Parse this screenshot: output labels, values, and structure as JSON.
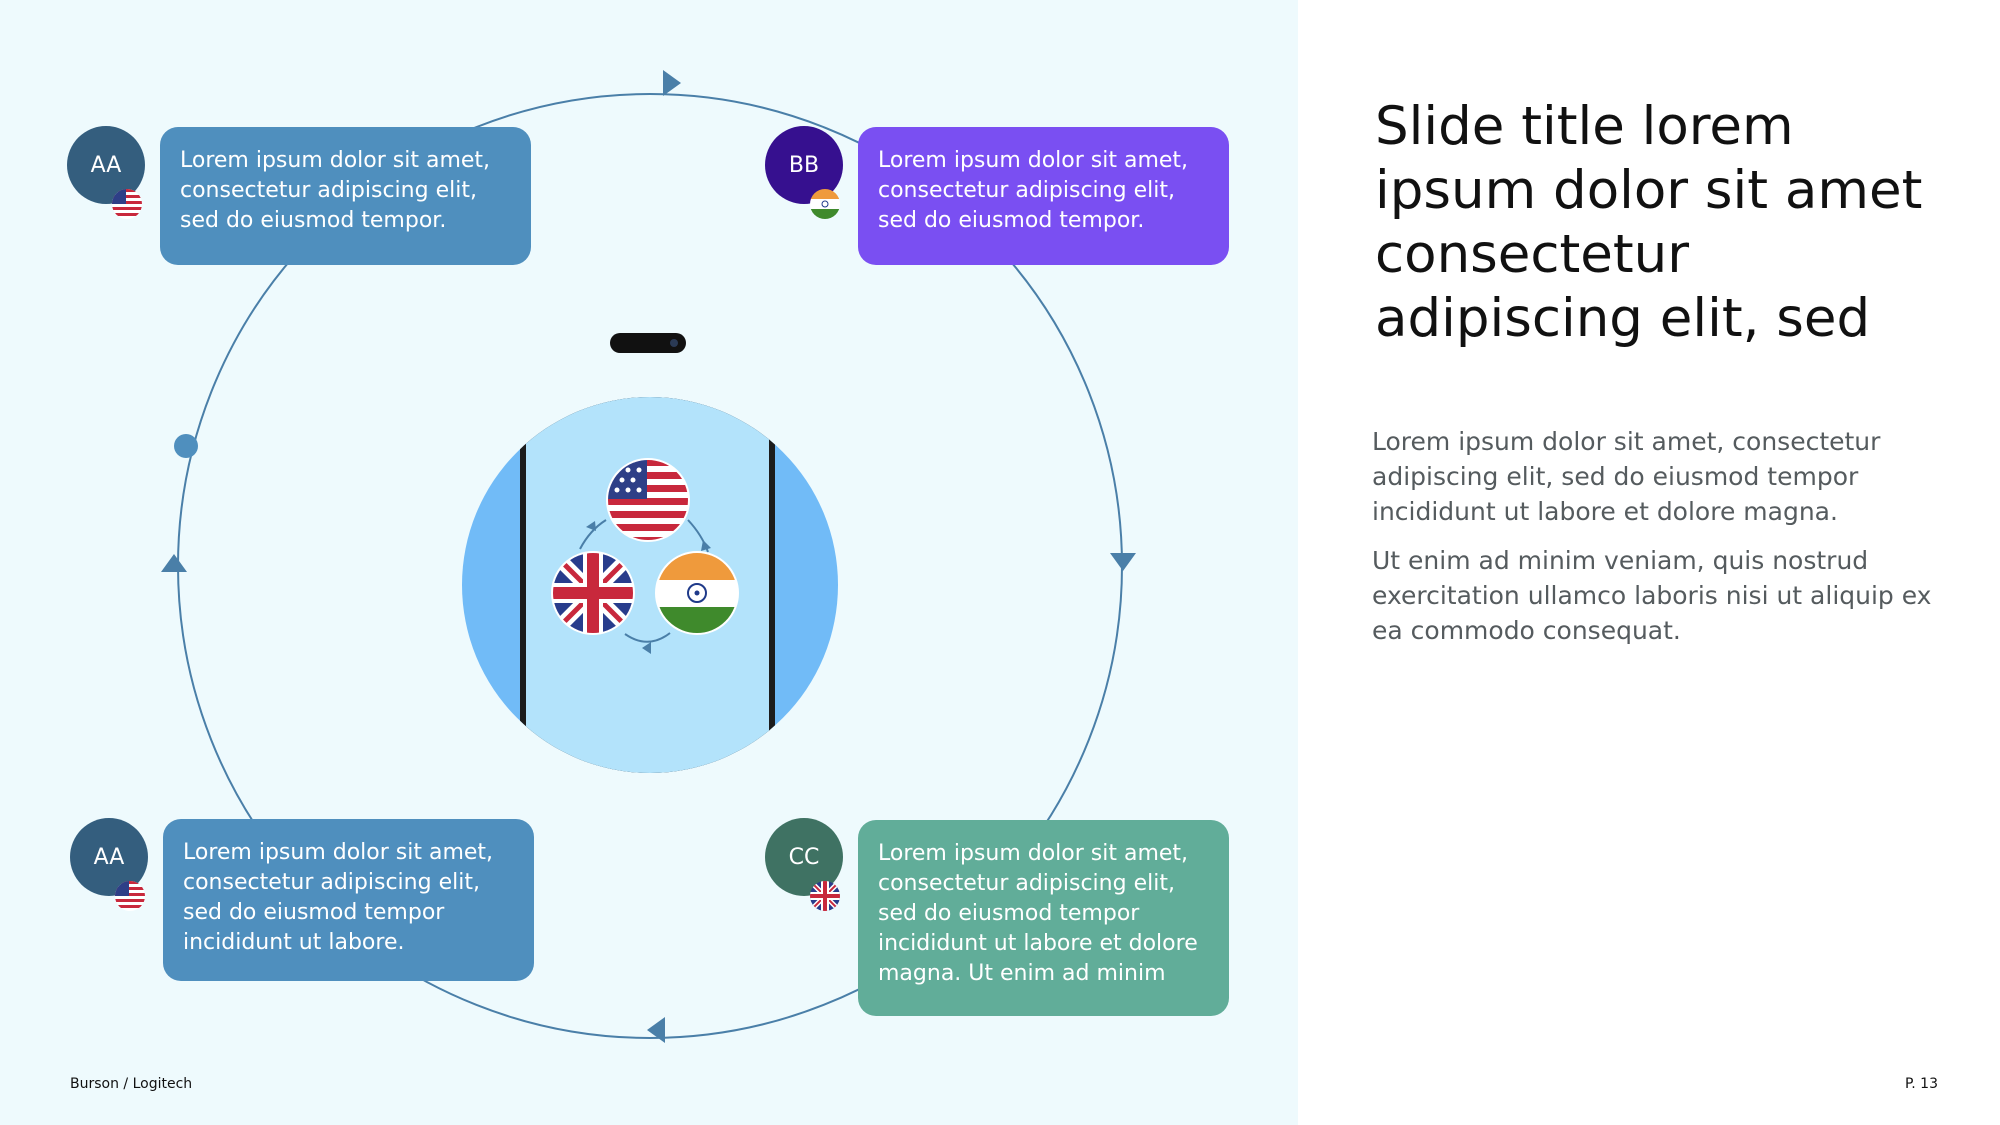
{
  "cards": [
    {
      "initials": "AA",
      "flag": "us-flag",
      "text": "Lorem ipsum dolor sit amet, consectetur adipiscing elit, sed do eiusmod tempor.",
      "color": "#4f8fbe",
      "avatar_color": "#345e7e"
    },
    {
      "initials": "BB",
      "flag": "india-flag",
      "text": "Lorem ipsum dolor sit amet, consectetur adipiscing elit, sed do eiusmod tempor.",
      "color": "#7a4ff2",
      "avatar_color": "#36108f"
    },
    {
      "initials": "AA",
      "flag": "us-flag",
      "text": "Lorem ipsum dolor sit amet, consectetur adipiscing elit, sed do eiusmod tempor incididunt ut labore.",
      "color": "#4f8fbe",
      "avatar_color": "#345e7e"
    },
    {
      "initials": "CC",
      "flag": "uk-flag",
      "text": "Lorem ipsum dolor sit amet, consectetur adipiscing elit, sed do eiusmod tempor incididunt ut labore et dolore magna. Ut enim ad minim",
      "color": "#61ad99",
      "avatar_color": "#3f7263"
    }
  ],
  "center_flags": [
    "us-flag",
    "uk-flag",
    "india-flag"
  ],
  "title": "Slide title lorem ipsum dolor sit amet consectetur adipiscing elit, sed",
  "body": [
    "Lorem ipsum dolor sit amet, consectetur adipiscing elit, sed do eiusmod tempor incididunt ut labore et dolore magna.",
    "Ut enim ad minim veniam, quis nostrud exercitation ullamco laboris nisi ut aliquip ex ea commodo consequat."
  ],
  "footer": {
    "left": "Burson / Logitech",
    "right": "P. 13"
  },
  "colors": {
    "background_left": "#eefafd",
    "cycle_line": "#4a7fa8",
    "phone_circle": "#71bbf7",
    "phone_screen": "#b3e3fb"
  }
}
